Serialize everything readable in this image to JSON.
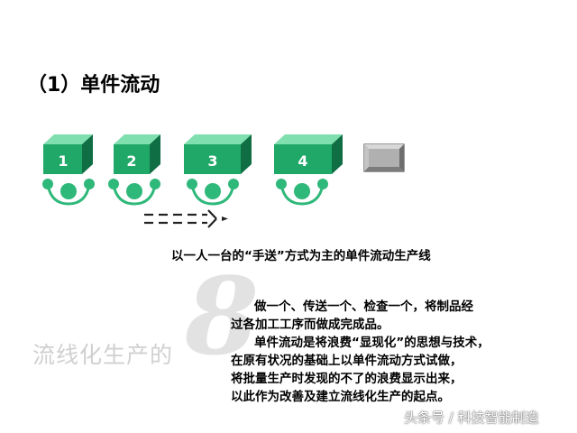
{
  "title": "（1）单件流动",
  "stations": [
    {
      "label": "1"
    },
    {
      "label": "2"
    },
    {
      "label": "3"
    },
    {
      "label": "4"
    }
  ],
  "caption": "以一人一台的“手送”方式为主的单件流动生产线",
  "description": {
    "line1": "做一个、传送一个、检查一个，将制品经",
    "line2": "过各加工工序而做成完成品。",
    "line3": "单件流动是将浪费“显现化”的思想与技术，",
    "line4": "在原有状况的基础上以单件流动方式试做，",
    "line5": "将批量生产时发现的不了的浪费显示出来，",
    "line6": "以此作为改善及建立流线化生产的起点。"
  },
  "watermark": {
    "text": "流线化生产的",
    "number": "8"
  },
  "credit": "头条号 / 科技智能制造",
  "colors": {
    "box_front": "#1fa868",
    "box_top": "#7fdfae",
    "box_side": "#0f6e44",
    "worker": "#2eb87a",
    "output_box": "#a8a8a8"
  }
}
